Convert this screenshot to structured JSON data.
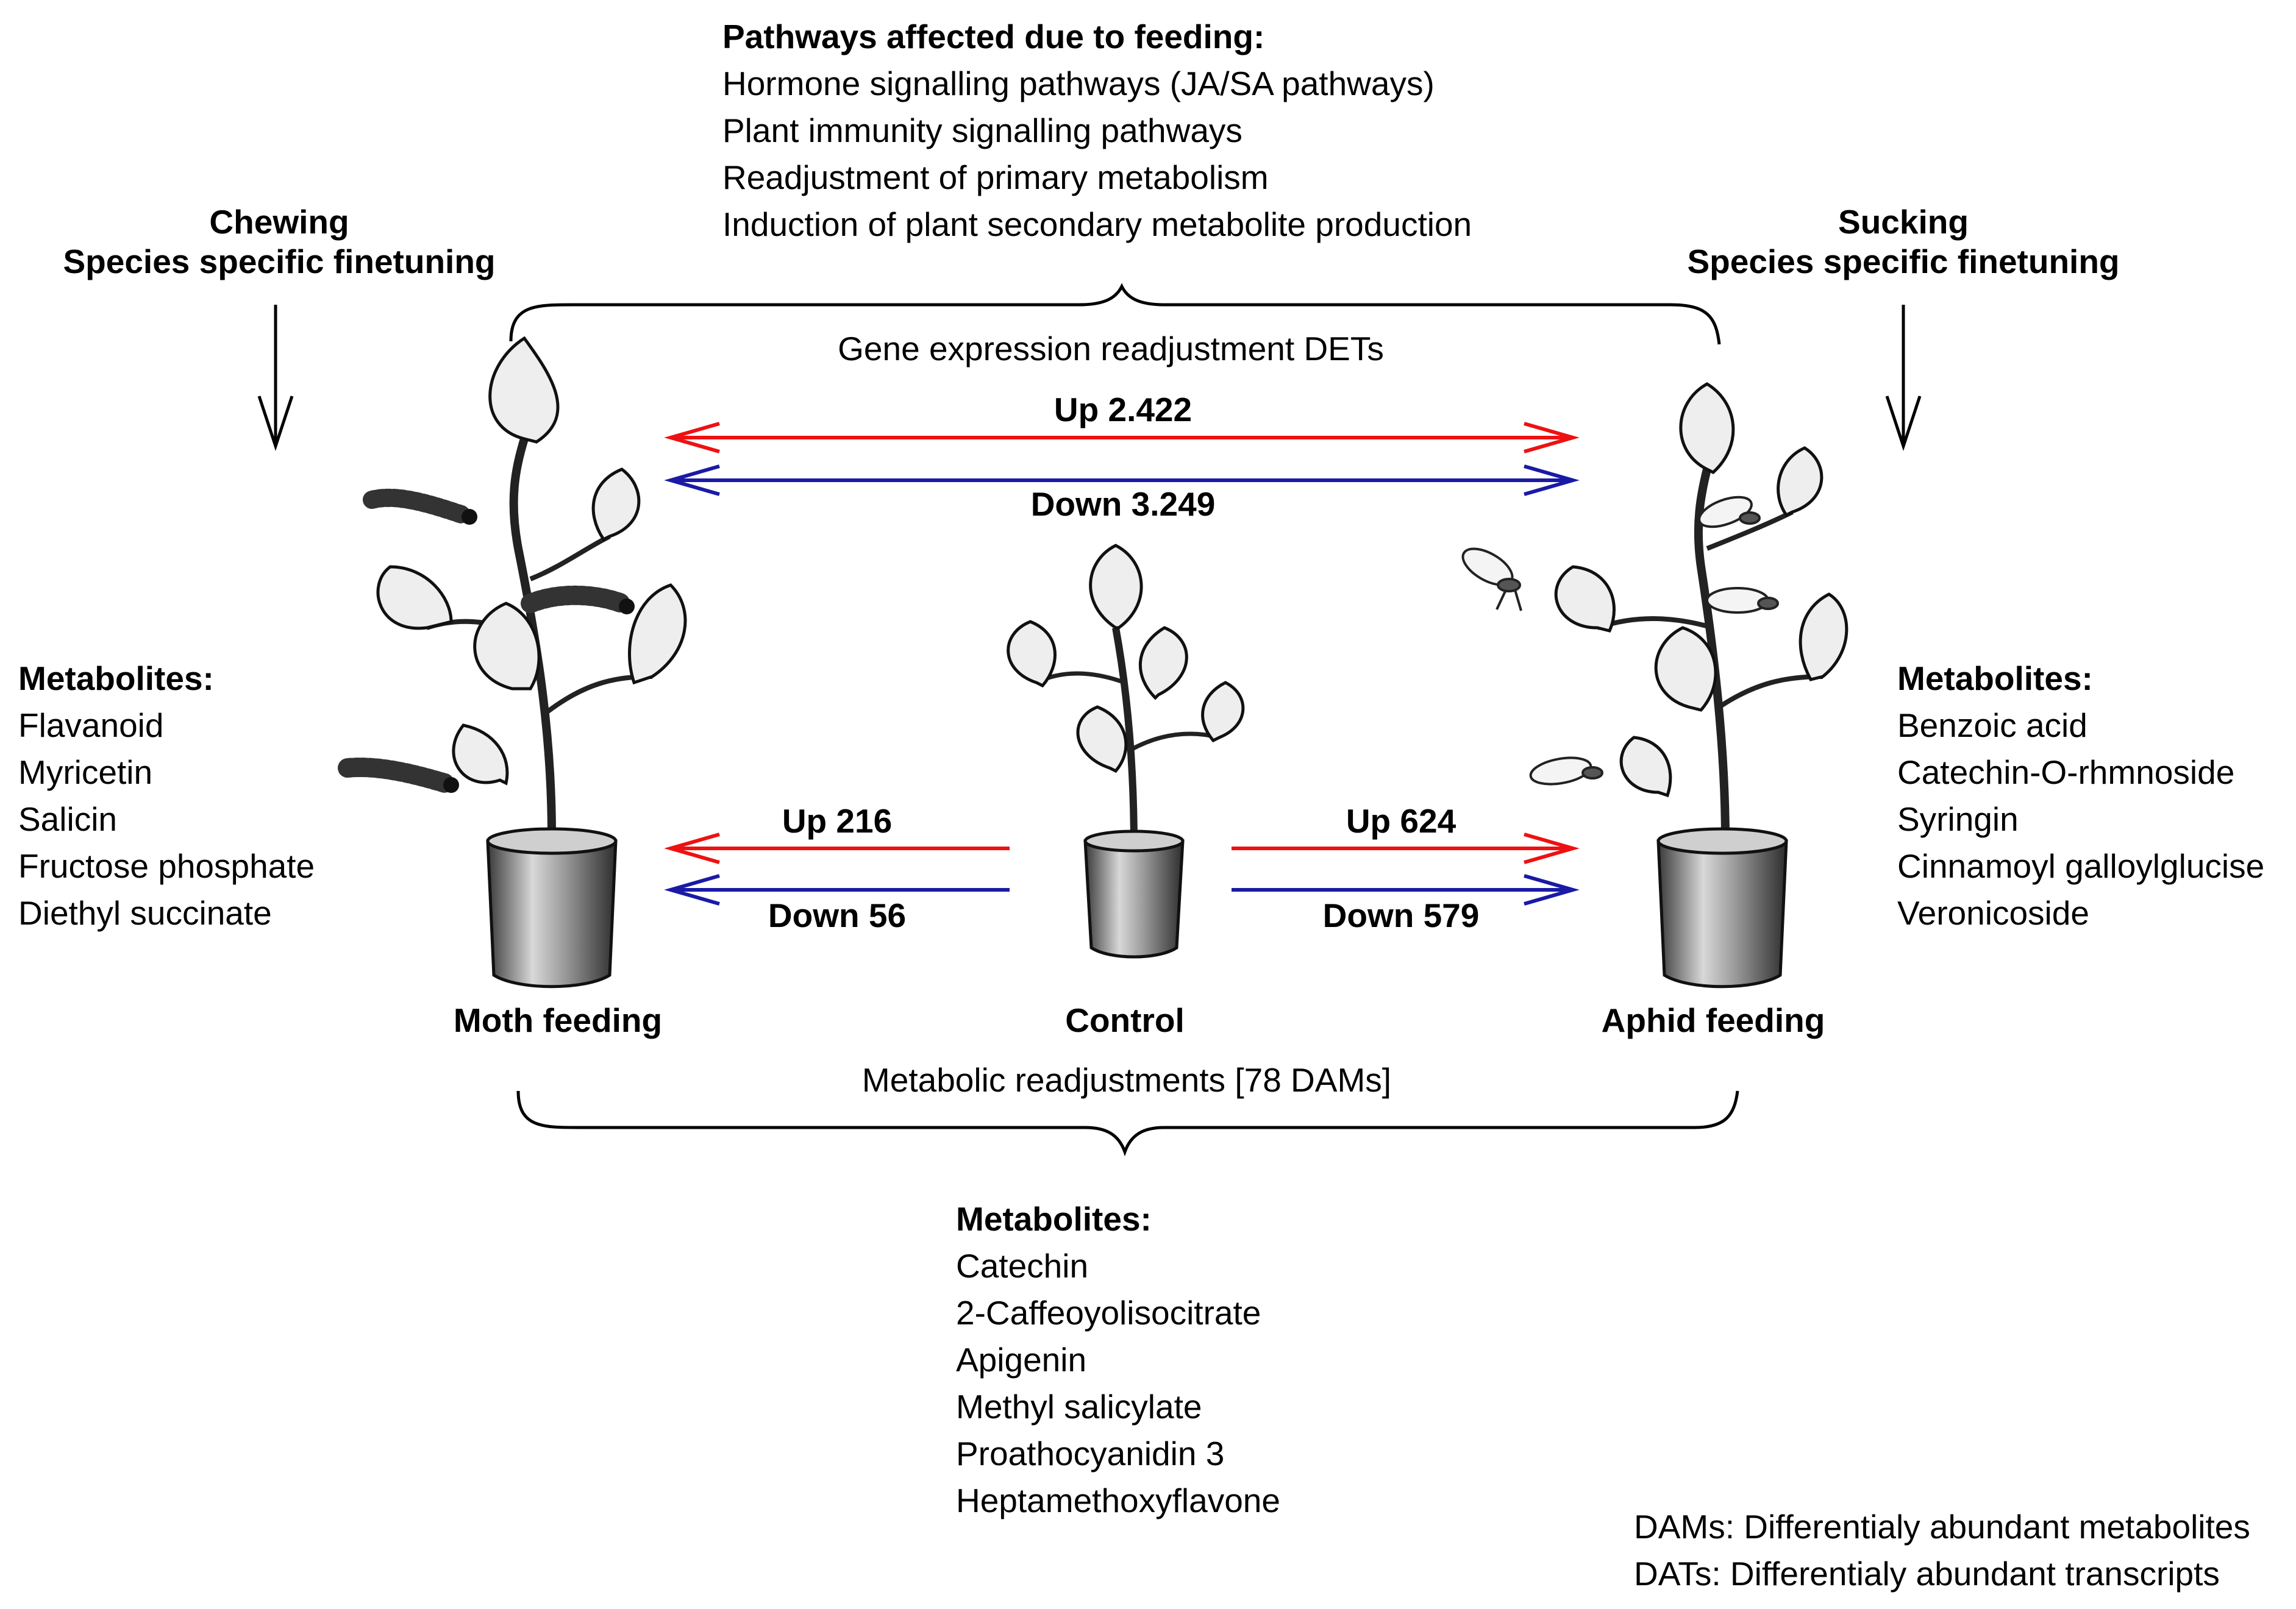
{
  "pathways": {
    "heading": "Pathways affected due to feeding:",
    "items": [
      "Hormone signalling pathways (JA/SA pathways)",
      "Plant immunity signalling pathways",
      "Readjustment of primary metabolism",
      "Induction of plant secondary metabolite production"
    ]
  },
  "chewing": {
    "line1": "Chewing",
    "line2": "Species specific finetuning"
  },
  "sucking": {
    "line1": "Sucking",
    "line2": "Species specific finetuning"
  },
  "gene_expression_label": "Gene expression readjustment DETs",
  "moth_aphid": {
    "up": "Up 2.422",
    "down": "Down 3.249"
  },
  "control_moth": {
    "up": "Up 216",
    "down": "Down 56"
  },
  "control_aphid": {
    "up": "Up 624",
    "down": "Down 579"
  },
  "plants": {
    "moth": "Moth feeding",
    "control": "Control",
    "aphid": "Aphid feeding"
  },
  "metabolic_label": "Metabolic readjustments [78 DAMs]",
  "moth_metabolites": {
    "heading": "Metabolites:",
    "items": [
      "Flavanoid",
      "Myricetin",
      "Salicin",
      "Fructose phosphate",
      "Diethyl succinate"
    ]
  },
  "aphid_metabolites": {
    "heading": "Metabolites:",
    "items": [
      "Benzoic acid",
      "Catechin-O-rhmnoside",
      "Syringin",
      "Cinnamoyl galloylglucise",
      "Veronicoside"
    ]
  },
  "shared_metabolites": {
    "heading": "Metabolites:",
    "items": [
      "Catechin",
      "2-Caffeoyolisocitrate",
      "Apigenin",
      "Methyl salicylate",
      "Proathocyanidin 3",
      "Heptamethoxyflavone"
    ]
  },
  "legend": [
    "DAMs: Differentialy abundant metabolites",
    "DATs: Differentialy abundant transcripts"
  ],
  "colors": {
    "up": "#ee1111",
    "down": "#1a1aa6",
    "ink": "#000000"
  }
}
